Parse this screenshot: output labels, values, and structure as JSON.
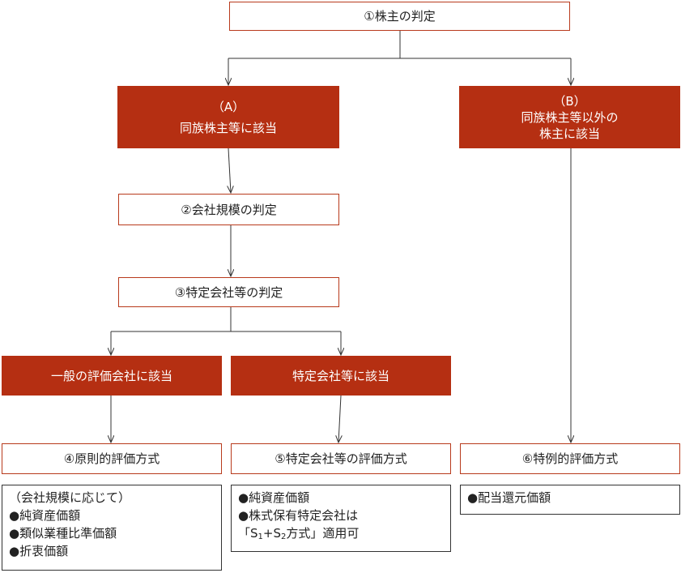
{
  "nodes": {
    "step1": "①株主の判定",
    "groupA_label": "（A）",
    "groupA_text": "同族株主等に該当",
    "groupB_label": "（B）",
    "groupB_line1": "同族株主等以外の",
    "groupB_line2": "株主に該当",
    "step2": "②会社規模の判定",
    "step3": "③特定会社等の判定",
    "general": "一般の評価会社に該当",
    "specific": "特定会社等に該当",
    "step4": "④原則的評価方式",
    "step5": "⑤特定会社等の評価方式",
    "step6": "⑥特例的評価方式"
  },
  "methods4": {
    "note": "（会社規模に応じて）",
    "items": [
      "●純資産価額",
      "●類似業種比準価額",
      "●折衷価額"
    ]
  },
  "methods5": {
    "item1": "●純資産価額",
    "item2": "●株式保有特定会社は",
    "formula_open": "「S",
    "sub1": "1",
    "plus": "+S",
    "sub2": "2",
    "formula_close": "方式」適用可"
  },
  "methods6": {
    "item1": "●配当還元価額"
  },
  "colors": {
    "accent": "#b52f12",
    "outline": "#b83a1c",
    "line": "#333333"
  }
}
